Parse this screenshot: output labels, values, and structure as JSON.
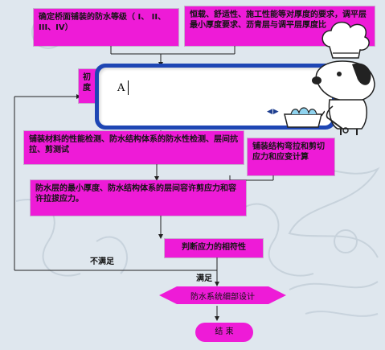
{
  "flowchart": {
    "box_grade": "确定桥面铺装的防水等级（ I、 II、III、IV）",
    "box_requirements": "恒载、舒适性、施工性能等对厚度的要求，调平层最小厚度要求、沥青层与调平层厚度比",
    "box_initial_hidden": "初\n度",
    "box_material_tests": "铺装材料的性能检测、防水结构体系的防水性检测、层间抗拉、剪测试",
    "box_structure_stress": "铺装结构弯拉和剪切应力和应变计算",
    "box_min_thickness": "防水层的最小厚度、防水结构体系的层间容许剪应力和容许拉拔应力。",
    "box_judge": "判断应力的相符性",
    "label_not_satisfied": "不满足",
    "label_satisfied": "满足",
    "diamond_detail_design": "防水系统细部设计",
    "end_label": "结 束"
  },
  "popup": {
    "text": "A",
    "scroll_arrows": "◀ ▶"
  },
  "mascot": {
    "icon": "chef-dog-mascot-icon"
  },
  "colors": {
    "box_fill": "#ee1bd7",
    "popup_border": "#1e46b4",
    "background": "#dfe7ee"
  }
}
